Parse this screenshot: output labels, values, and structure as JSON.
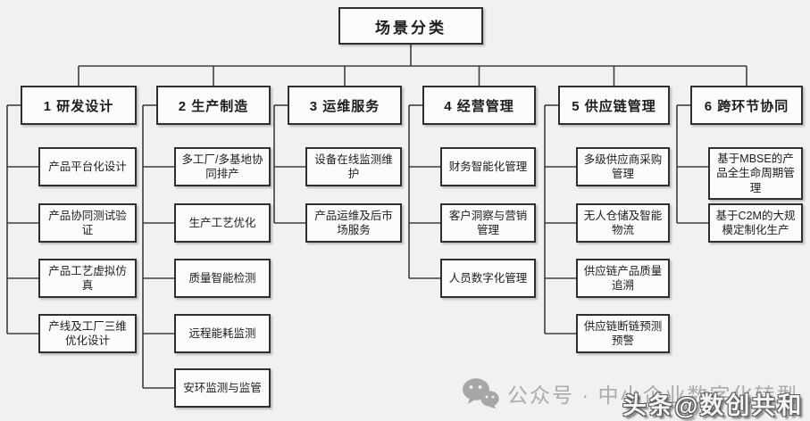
{
  "root": {
    "label": "场景分类"
  },
  "columns": [
    {
      "label": "1 研发设计",
      "children": [
        "产品平台化设计",
        "产品协同测试验证",
        "产品工艺虚拟仿真",
        "产线及工厂三维优化设计"
      ]
    },
    {
      "label": "2 生产制造",
      "children": [
        "多工厂/多基地协同排产",
        "生产工艺优化",
        "质量智能检测",
        "远程能耗监测",
        "安环监测与监管"
      ]
    },
    {
      "label": "3 运维服务",
      "children": [
        "设备在线监测维护",
        "产品运维及后市场服务"
      ]
    },
    {
      "label": "4 经营管理",
      "children": [
        "财务智能化管理",
        "客户洞察与营销管理",
        "人员数字化管理"
      ]
    },
    {
      "label": "5 供应链管理",
      "children": [
        "多级供应商采购管理",
        "无人仓储及智能物流",
        "供应链产品质量追溯",
        "供应链断链预测预警"
      ]
    },
    {
      "label": "6 跨环节协同",
      "children": [
        "基于MBSE的产品全生命周期管理",
        "基于C2M的大规模定制化生产"
      ]
    }
  ],
  "watermarks": {
    "wechat_icon": "wechat-icon",
    "wechat_text": "公众号 · 中小企业数字化转型",
    "toutiao_text": "头条@数创共和"
  },
  "colors": {
    "background": "#f1f1f0",
    "box_border": "#2f2f2f",
    "connector": "#3f3f3f",
    "watermark_gray": "#ababab"
  }
}
